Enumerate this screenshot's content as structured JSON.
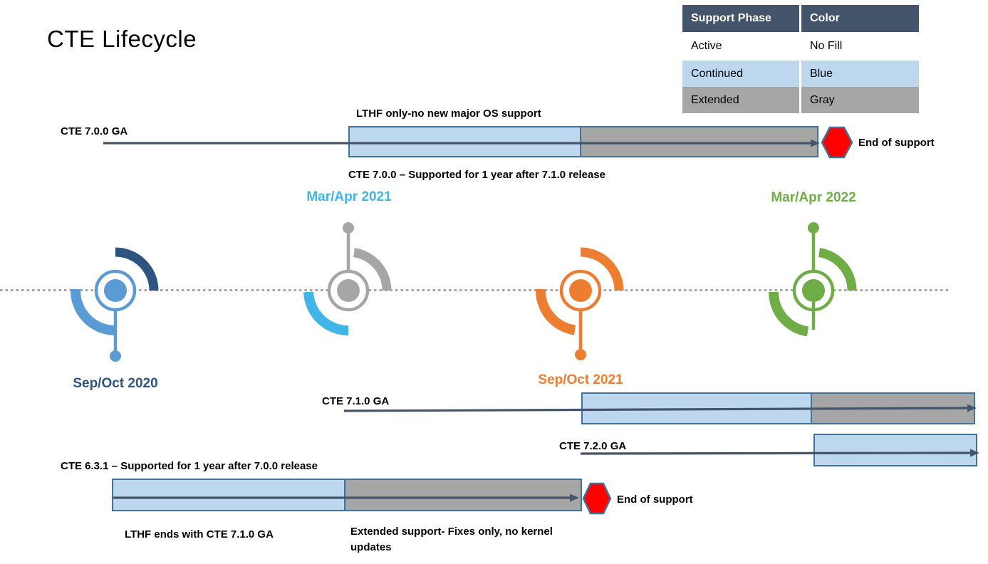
{
  "title": "CTE Lifecycle",
  "legend": {
    "headers": [
      "Support Phase",
      "Color"
    ],
    "rows": [
      {
        "phase": "Active",
        "color_label": "No Fill"
      },
      {
        "phase": "Continued",
        "color_label": "Blue"
      },
      {
        "phase": "Extended",
        "color_label": "Gray"
      }
    ]
  },
  "milestones": [
    {
      "label": "Sep/Oct 2020",
      "main_color": "#5B9BD5",
      "accent_color": "#2E5481",
      "stem": "down"
    },
    {
      "label": "Mar/Apr 2021",
      "main_color": "#A6A6A6",
      "accent_color": "#41B6E6",
      "stem": "up"
    },
    {
      "label": "Sep/Oct 2021",
      "main_color": "#ED7D31",
      "accent_color": "#ED7D31",
      "stem": "down"
    },
    {
      "label": "Mar/Apr 2022",
      "main_color": "#70AD47",
      "accent_color": "#70AD47",
      "stem": "up"
    }
  ],
  "bars": {
    "cte_700": {
      "label": "CTE 7.0.0 GA",
      "note_above": "LTHF only-no new major OS support",
      "note_below": "CTE 7.0.0 – Supported for 1 year after 7.1.0 release",
      "end_marker_label": "End of support"
    },
    "cte_710": {
      "label": "CTE 7.1.0 GA"
    },
    "cte_720": {
      "label": "CTE 7.2.0 GA"
    },
    "cte_631": {
      "note_above": "CTE 6.3.1 – Supported for 1 year after 7.0.0 release",
      "note_below_left": "LTHF ends with CTE 7.1.0 GA",
      "note_below_right": "Extended support- Fixes only, no kernel updates",
      "end_marker_label": "End of support"
    }
  },
  "colors": {
    "table_header_bg": "#44546A",
    "continued_fill_blue": "#BDD7EE",
    "extended_fill_gray": "#A6A6A6",
    "bar_border": "#41719C",
    "arrow_line": "#44546A",
    "end_of_support_fill": "#FF0000",
    "dotted_timeline": "#A6A6A6"
  }
}
